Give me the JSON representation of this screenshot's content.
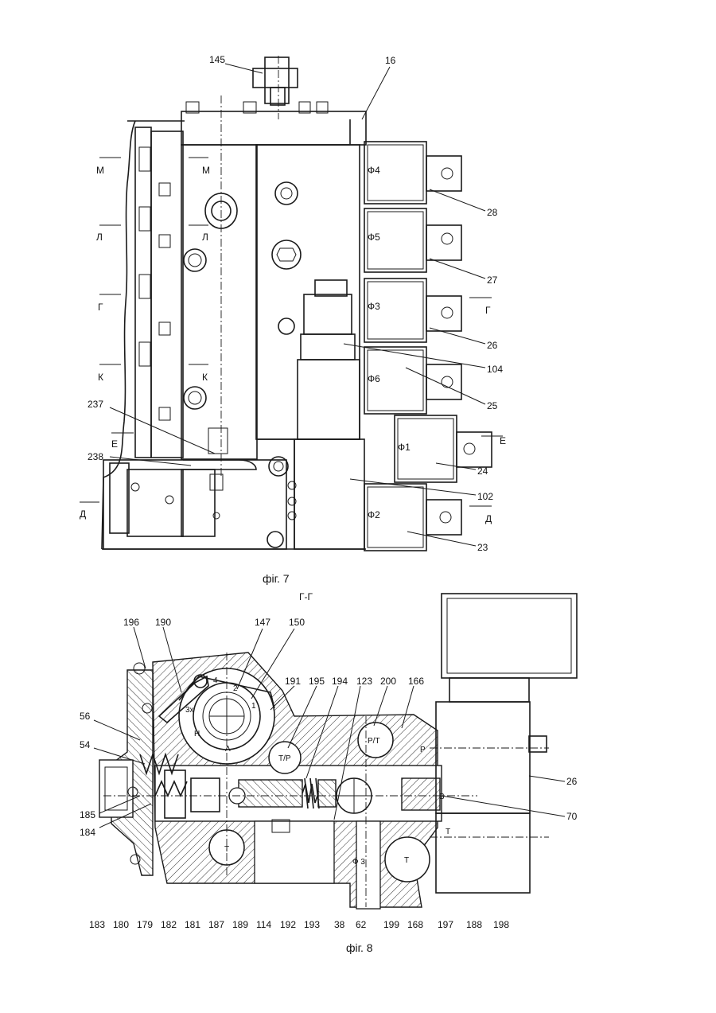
{
  "fig7": {
    "caption": "фіг. 7",
    "callouts": {
      "n145": "145",
      "n16": "16",
      "n28": "28",
      "n27": "27",
      "n26": "26",
      "n104": "104",
      "n25": "25",
      "n24": "24",
      "n102": "102",
      "n23": "23",
      "n237": "237",
      "n238": "238"
    },
    "coils": {
      "f4": "Ф4",
      "f5": "Ф5",
      "f3": "Ф3",
      "f6": "Ф6",
      "f1": "Ф1",
      "f2": "Ф2"
    },
    "sections": {
      "m": "М",
      "l": "Л",
      "g": "Г",
      "k": "К",
      "e": "Е",
      "d": "Д"
    }
  },
  "fig8": {
    "caption": "фіг. 8",
    "section_title": "Г-Г",
    "top_callouts": {
      "n196": "196",
      "n190": "190",
      "n147": "147",
      "n150": "150",
      "n191": "191",
      "n195": "195",
      "n194": "194",
      "n123": "123",
      "n200": "200",
      "n166": "166"
    },
    "side_callouts": {
      "n56": "56",
      "n54": "54",
      "n185": "185",
      "n184": "184",
      "n26": "26",
      "n70": "70"
    },
    "bottom_callouts": {
      "n183": "183",
      "n180": "180",
      "n179": "179",
      "n182": "182",
      "n181": "181",
      "n187": "187",
      "n189": "189",
      "n114": "114",
      "n192": "192",
      "n193": "193",
      "n38": "38",
      "n62": "62",
      "n199": "199",
      "n168": "168",
      "n197": "197",
      "n188": "188",
      "n198": "198"
    },
    "ports": {
      "pt": "P/T",
      "p": "P",
      "b": "B",
      "t": "T",
      "tp": "T/P",
      "h": "H",
      "a": "A",
      "x3": "3x",
      "one": "1",
      "two": "2",
      "four": "4",
      "f3": "Ф 3"
    }
  }
}
